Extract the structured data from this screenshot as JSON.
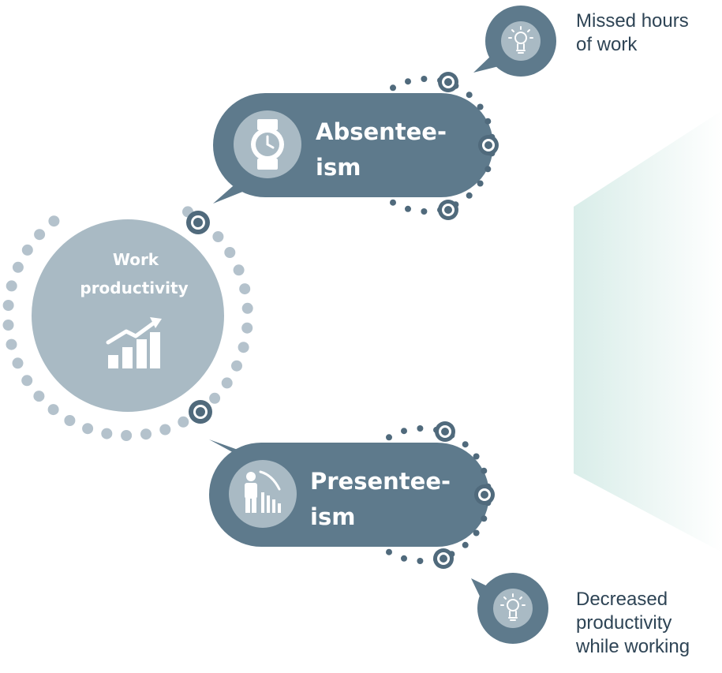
{
  "hub": {
    "title_line1": "Work",
    "title_line2": "productivity",
    "icon": "growth-bar-chart-icon"
  },
  "branches": [
    {
      "id": "absenteeism",
      "title_line1": "Absentee-",
      "title_line2": "ism",
      "icon": "watch-icon",
      "note": "Missed hours\nof work",
      "note_icon": "lightbulb-icon"
    },
    {
      "id": "presenteeism",
      "title_line1": "Presentee-",
      "title_line2": "ism",
      "icon": "person-declining-chart-icon",
      "note": "Decreased\nproductivity\nwhile working",
      "note_icon": "lightbulb-icon"
    }
  ],
  "colors": {
    "pill": "#5e7a8c",
    "pill_icon_circle": "#a9bac4",
    "hub": "#a9bac4",
    "dots_light": "#b4c2cc",
    "dots_dark": "#506a7c",
    "panel_gradient_start": "#d9ede9",
    "panel_gradient_end": "#ffffff"
  }
}
